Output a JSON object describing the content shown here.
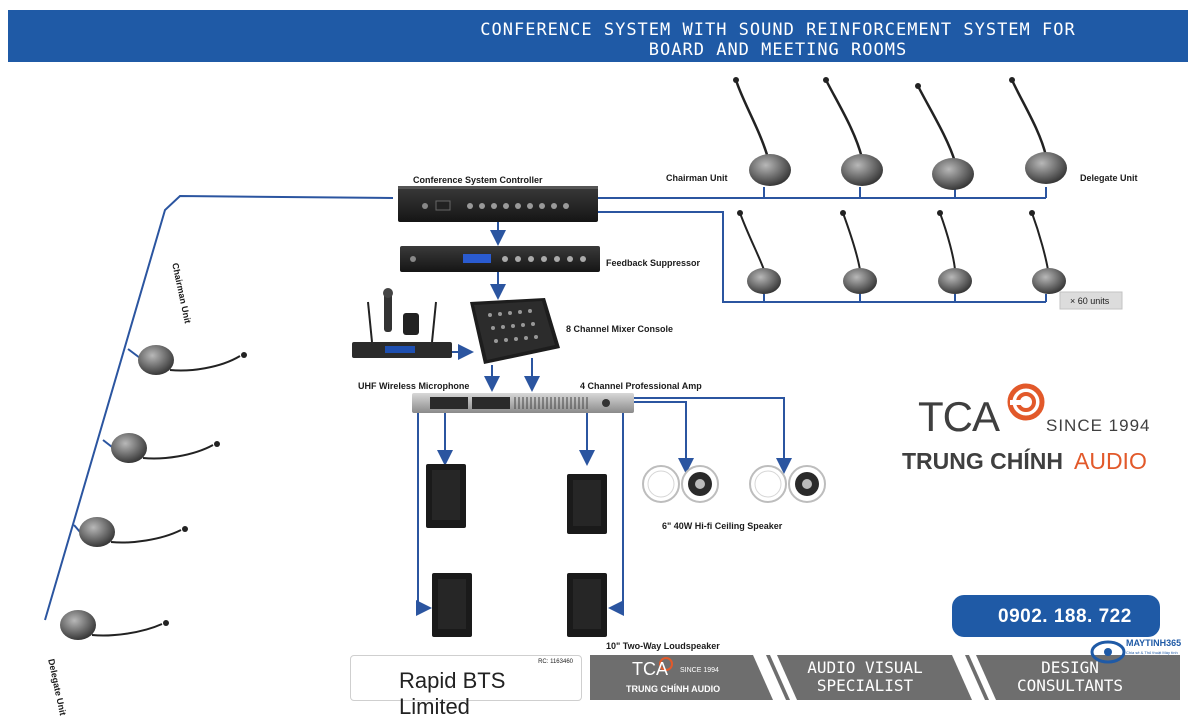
{
  "header": {
    "title_line1": "CONFERENCE SYSTEM WITH SOUND REINFORCEMENT SYSTEM FOR",
    "title_line2": "BOARD AND MEETING ROOMS"
  },
  "labels": {
    "conference_controller": "Conference System Controller",
    "chairman_unit": "Chairman Unit",
    "delegate_unit": "Delegate Unit",
    "feedback_suppressor": "Feedback Suppressor",
    "mixer": "8 Channel Mixer Console",
    "uhf_mic": "UHF Wireless Microphone",
    "amp": "4 Channel  Professional  Amp",
    "ceiling_speaker": "6\"  40W Hi-fi Ceiling Speaker",
    "loudspeaker": "10\"  Two-Way Loudspeaker",
    "units_count": "× 60 units",
    "left_chairman": "Chairman Unit",
    "left_delegate": "Delegate Unit"
  },
  "brand": {
    "tca": "TCA",
    "since": "SINCE 1994",
    "trung_chinh": "TRUNG CHÍNH",
    "audio": "AUDIO",
    "phone": "0902. 188. 722",
    "rapid_rc": "RC: 1163460",
    "rapid_name": "Rapid BTS Limited",
    "strip_tca": "TCA",
    "strip_since": "SINCE 1994",
    "strip_trung": "TRUNG CHÍNH AUDIO",
    "strip_av_line1": "AUDIO VISUAL",
    "strip_av_line2": "SPECIALIST",
    "strip_design_line1": "DESIGN",
    "strip_design_line2": "CONSULTANTS",
    "maytinh": "MAYTINH365",
    "maytinh_sub": "Chia sẻ & Thủ thuật Máy tính"
  },
  "colors": {
    "banner": "#1f5aa6",
    "connector": "#2b55a0",
    "brand_orange": "#e2592a",
    "strip": "#6e6e6e"
  }
}
